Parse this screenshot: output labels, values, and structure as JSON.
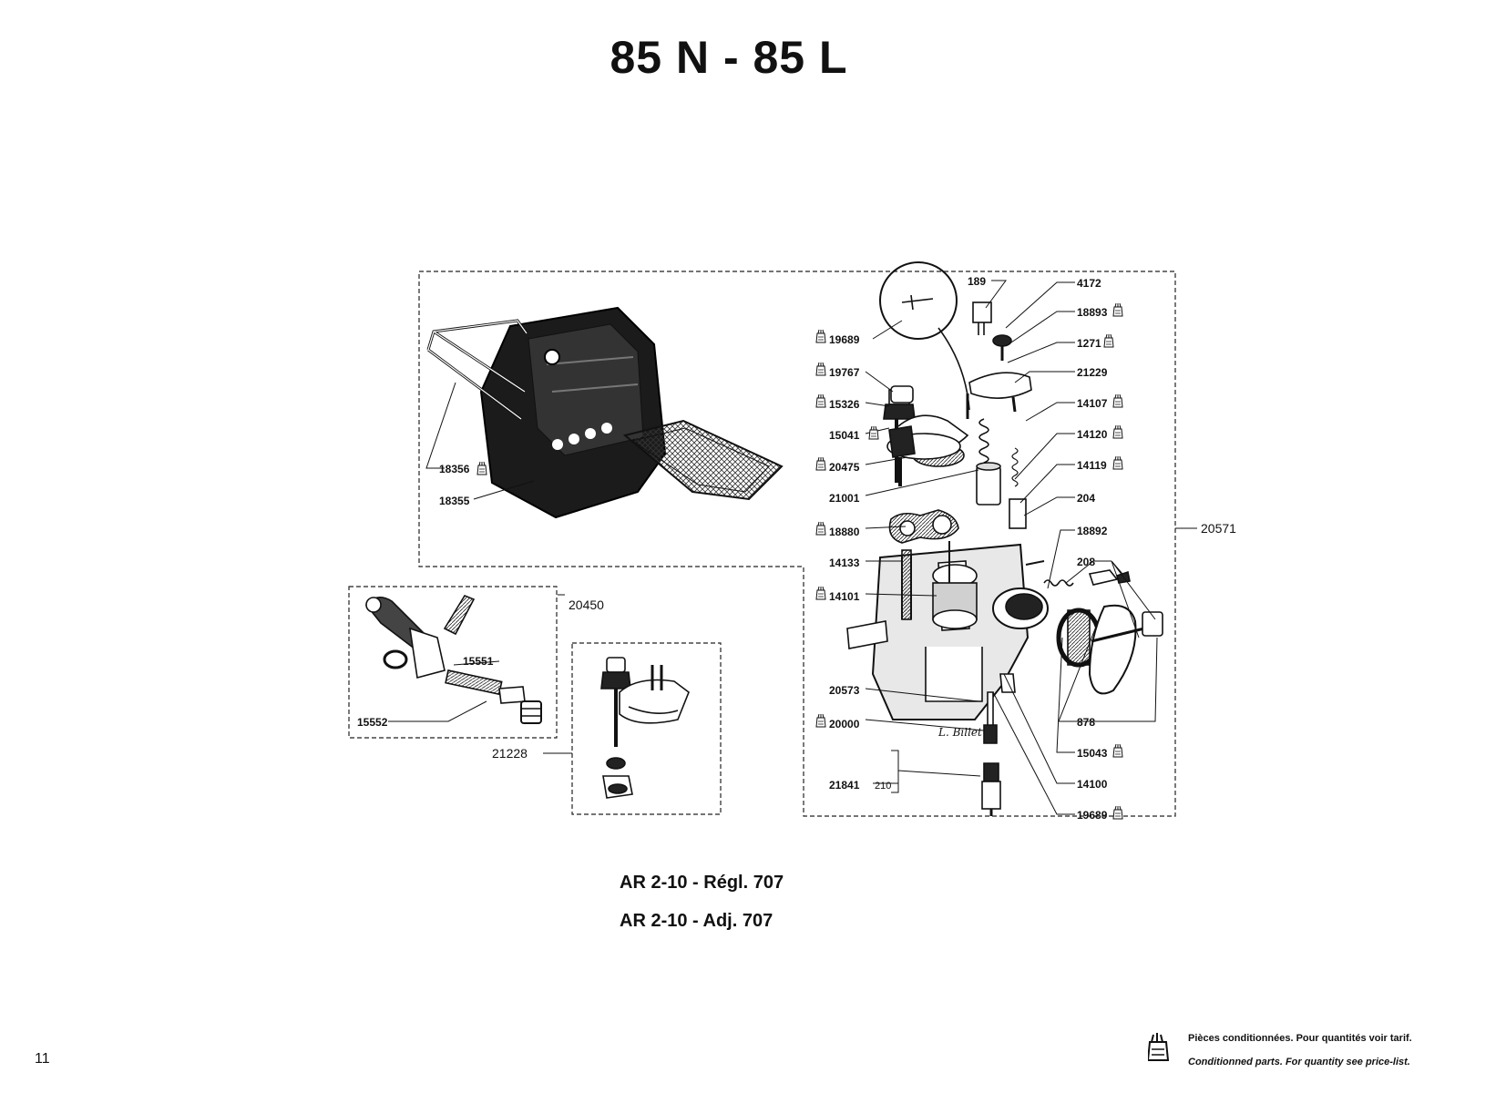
{
  "page": {
    "title": "85 N  -  85 L",
    "page_number": "11"
  },
  "captions": {
    "line1": "AR 2-10  -  Régl. 707",
    "line2": "AR 2-10  -  Adj. 707"
  },
  "legend": {
    "icon": "conditioned-parts-bag-icon",
    "french": "Pièces conditionnées. Pour quantités voir tarif.",
    "english": "Conditionned parts. For quantity see price-list."
  },
  "diagram": {
    "assemblies": [
      "20571",
      "20450",
      "21228"
    ],
    "parts_left": [
      "18356",
      "18355"
    ],
    "parts_center_left": [
      "19689",
      "19767",
      "15326",
      "15041",
      "20475",
      "21001",
      "18880",
      "14133",
      "14101",
      "20573",
      "20000",
      "21841",
      "210"
    ],
    "parts_right": [
      "189",
      "4172",
      "18893",
      "1271",
      "21229",
      "14107",
      "14120",
      "14119",
      "204",
      "18892",
      "208",
      "878",
      "15043",
      "14100",
      "19689"
    ],
    "parts_fuel_tap": [
      "15551",
      "15552"
    ],
    "signature": "L. Billet",
    "conditioned_parts": [
      "18356",
      "19689",
      "19767",
      "15326",
      "15041",
      "20475",
      "18880",
      "14101",
      "20000",
      "18893",
      "1271",
      "14107",
      "14120",
      "14119",
      "15043",
      "19689"
    ]
  }
}
